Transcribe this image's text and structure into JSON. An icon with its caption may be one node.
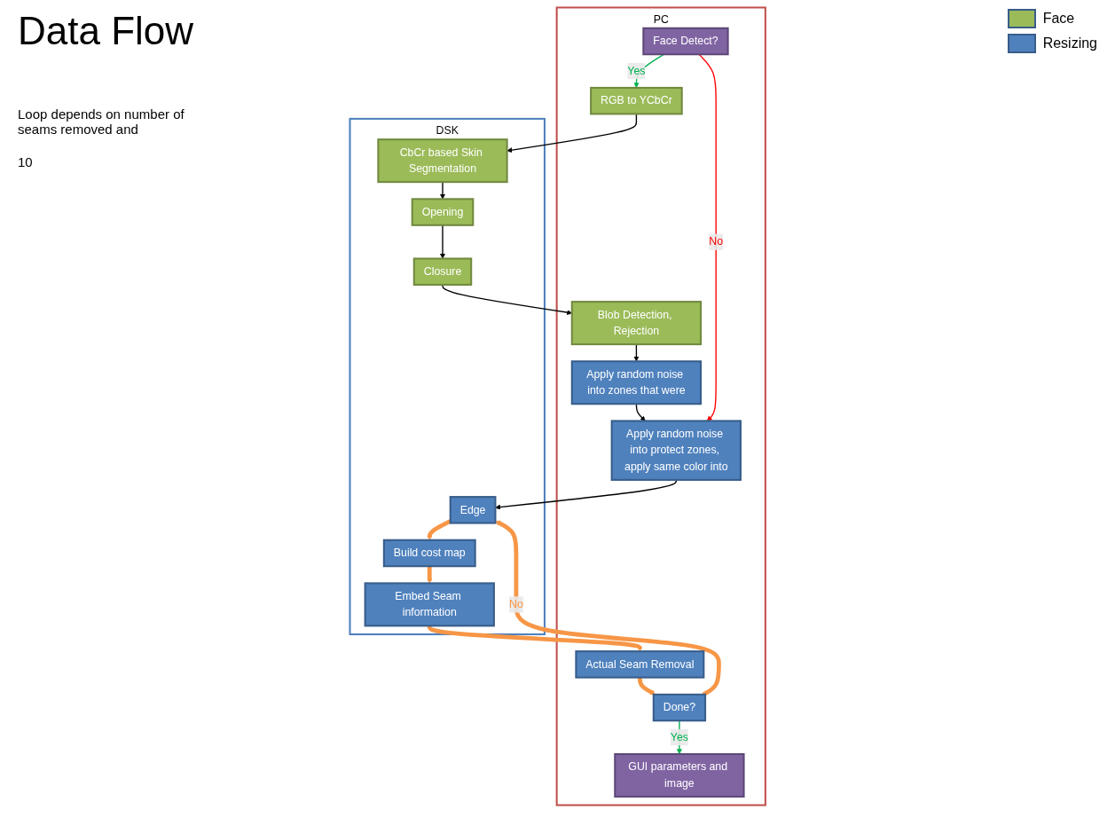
{
  "diagram": {
    "title": "Data Flow",
    "nodes": [
      {
        "text": [
          "PC"
        ]
      },
      {
        "text": [
          "DSK"
        ]
      },
      {
        "text": [
          "GUI parameters and image"
        ],
        "in": 0
      },
      {
        "text": [
          "Face Detect?"
        ],
        "in": 0
      },
      {
        "text": [
          "RGB to YCbCr"
        ],
        "in": 0
      },
      {
        "text": [
          "Blob Detection, Rejection"
        ],
        "in": 0
      },
      {
        "text": [
          "Apply random noise into zones that were"
        ],
        "in": 0
      },
      {
        "text": [
          "Apply random noise into protect zones, apply same color into"
        ],
        "in": 0
      },
      {
        "text": [
          "Done?"
        ],
        "in": 0
      },
      {
        "text": [
          "Actual Seam Removal"
        ],
        "in": 0
      },
      {
        "text": [
          "CbCr based Skin Segmentation"
        ],
        "in": 1
      },
      {
        "text": [
          "Opening"
        ],
        "in": 1
      },
      {
        "text": [
          "Closure"
        ],
        "in": 1
      },
      {
        "text": [
          "Edge"
        ],
        "in": 1
      },
      {
        "text": [
          "Build cost map"
        ],
        "in": 1
      },
      {
        "text": [
          "Embed Seam information"
        ],
        "in": 1
      }
    ],
    "edges": [
      {
        "from": 3,
        "to": 4,
        "arrow": "to",
        "label": "Yes",
        "color": "#00b050"
      },
      {
        "from": 3,
        "to": 7,
        "arrow": "to",
        "label": "No",
        "color": "#ff0000"
      },
      {
        "from": 4,
        "to": 10,
        "arrow": "to"
      },
      {
        "from": 10,
        "to": 11,
        "arrow": "to"
      },
      {
        "from": 11,
        "to": 12,
        "arrow": "to"
      },
      {
        "from": 12,
        "to": 5,
        "arrow": "to"
      },
      {
        "from": 5,
        "to": 6,
        "arrow": "to"
      },
      {
        "from": 6,
        "to": 7,
        "arrow": "to"
      },
      {
        "from": 7,
        "to": 13,
        "arrow": "to"
      },
      {
        "from": 13,
        "to": 14,
        "arrow": "to",
        "style": "thick",
        "color": "#f79646"
      },
      {
        "from": 14,
        "to": 15,
        "arrow": "to",
        "style": "thick",
        "color": "#f79646"
      },
      {
        "from": 15,
        "to": 9,
        "arrow": "to",
        "style": "thick",
        "color": "#f79646"
      },
      {
        "from": 9,
        "to": 8,
        "arrow": "to",
        "style": "thick",
        "color": "#f79646"
      },
      {
        "from": 8,
        "to": 13,
        "arrow": "to",
        "label": "No",
        "style": "thick",
        "color": "#f79646"
      },
      {
        "from": 8,
        "to": 2,
        "arrow": "to",
        "label": "Yes",
        "color": "#00b050"
      }
    ],
    "labels": [
      "Loop depends on number of seams removed and",
      "10"
    ],
    "legend": [
      {
        "text": "Face",
        "color": "#9bbb59"
      },
      {
        "text": "Resizing",
        "color": "#4f81bd"
      }
    ]
  }
}
